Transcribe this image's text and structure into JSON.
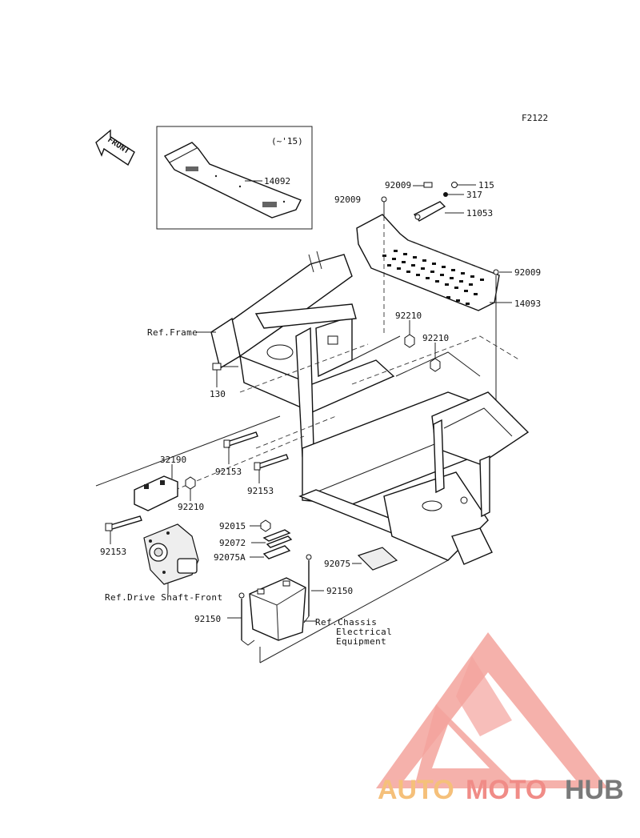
{
  "figure_code": "F2122",
  "front_label": "FRONT",
  "inset_note": "(~'15)",
  "colors": {
    "logo_red": "#f08c87",
    "logo_orange": "#f5c07a",
    "logo_gray": "#7a7a7a",
    "ink": "#111111"
  },
  "parts": {
    "p14092": "14092",
    "p92009_a": "92009",
    "p92009_b": "92009",
    "p92009_c": "92009",
    "p115": "115",
    "p317": "317",
    "p11053": "11053",
    "p14093": "14093",
    "p92210_a": "92210",
    "p92210_b": "92210",
    "p92210_c": "92210",
    "p130": "130",
    "p92153_a": "92153",
    "p92153_b": "92153",
    "p92153_c": "92153",
    "p32190": "32190",
    "p92015": "92015",
    "p92072": "92072",
    "p92075A": "92075A",
    "p92075": "92075",
    "p92150_a": "92150",
    "p92150_b": "92150"
  },
  "refs": {
    "frame": "Ref.Frame",
    "drive_shaft": "Ref.Drive Shaft-Front",
    "chassis_1": "Ref.Chassis",
    "chassis_2": "Electrical",
    "chassis_3": "Equipment"
  },
  "watermark": {
    "part1": "AUTO",
    "part2": "MOTO",
    "part3": "HUB"
  }
}
